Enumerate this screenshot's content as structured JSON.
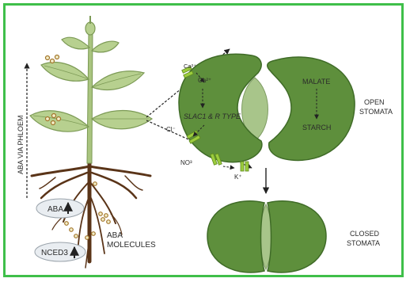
{
  "labels": {
    "phloem": "ABA VIA PHLOEM",
    "aba_root": "ABA",
    "nced3": "NCED3",
    "aba_molecules_1": "ABA",
    "aba_molecules_2": "MOLECULES",
    "calcium_in": "Ca²⁺",
    "calcium_channel": "Ca²⁺",
    "slac": "SLAC1 & R TYPE",
    "chloride": "Cl⁻",
    "nitrate": "NO³",
    "potassium": "K⁺",
    "malate": "MALATE",
    "starch": "STARCH",
    "open_1": "OPEN",
    "open_2": "STOMATA",
    "closed_1": "CLOSED",
    "closed_2": "STOMATA"
  },
  "colors": {
    "border": "#3fbf4a",
    "guard_cell": "#5e8f3c",
    "guard_cell_dark": "#3f6b27",
    "pore": "#a8c58a",
    "stem": "#a9c47f",
    "leaf": "#b7d08f",
    "root": "#5a3418",
    "ion_channel": "#9ccc3d"
  }
}
